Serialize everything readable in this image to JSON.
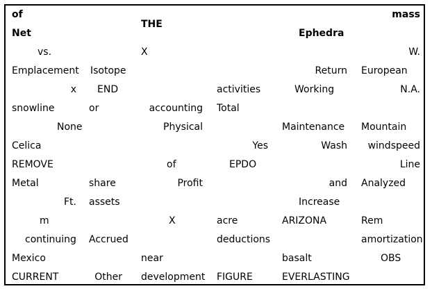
{
  "header": {
    "of": "of",
    "net": "Net",
    "the": "THE",
    "ephedra": "Ephedra",
    "mass": "mass"
  },
  "grid": [
    [
      {
        "t": "vs."
      },
      {
        "t": "X"
      },
      {
        "t": "W."
      }
    ],
    [
      {
        "t": "Emplacement"
      },
      {
        "t": "Isotope"
      },
      {
        "t": "Return"
      },
      {
        "t": "European"
      }
    ],
    [
      {
        "t": "x"
      },
      {
        "t": "END"
      },
      {
        "t": "activities"
      },
      {
        "t": "Working"
      },
      {
        "t": "N.A."
      }
    ],
    [
      {
        "t": "snowline"
      },
      {
        "t": "or"
      },
      {
        "t": "accounting"
      },
      {
        "t": "Total"
      }
    ],
    [
      {
        "t": "None"
      },
      {
        "t": "Physical"
      },
      {
        "t": "Maintenance"
      },
      {
        "t": "Mountain"
      }
    ],
    [
      {
        "t": "Celica"
      },
      {
        "t": "Yes"
      },
      {
        "t": "Wash"
      },
      {
        "t": "windspeed"
      }
    ],
    [
      {
        "t": "REMOVE"
      },
      {
        "t": "of"
      },
      {
        "t": "EPDO"
      },
      {
        "t": "Line"
      }
    ],
    [
      {
        "t": "Metal"
      },
      {
        "t": "share"
      },
      {
        "t": "Profit"
      },
      {
        "t": "and"
      },
      {
        "t": "Analyzed"
      }
    ],
    [
      {
        "t": "Ft."
      },
      {
        "t": "assets"
      },
      {
        "t": "Increase"
      }
    ],
    [
      {
        "t": "m"
      },
      {
        "t": "X"
      },
      {
        "t": "acre"
      },
      {
        "t": "ARIZONA"
      },
      {
        "t": "Rem"
      }
    ],
    [
      {
        "t": "continuing"
      },
      {
        "t": "Accrued"
      },
      {
        "t": "deductions"
      },
      {
        "t": "amortization"
      }
    ],
    [
      {
        "t": "Mexico"
      },
      {
        "t": "near"
      },
      {
        "t": "basalt"
      },
      {
        "t": "OBS"
      }
    ],
    [
      {
        "t": "CURRENT"
      },
      {
        "t": "Other"
      },
      {
        "t": "development"
      },
      {
        "t": "FIGURE"
      },
      {
        "t": "EVERLASTING"
      }
    ]
  ]
}
